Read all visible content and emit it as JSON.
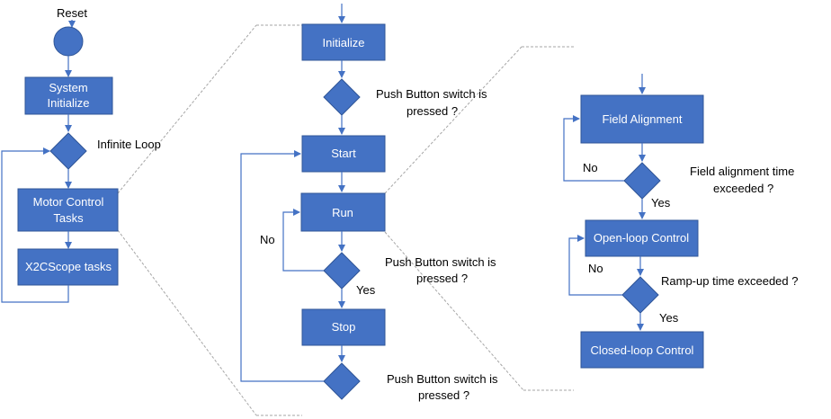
{
  "left": {
    "reset": "Reset",
    "system_initialize": [
      "System",
      "Initialize"
    ],
    "infinite_loop": "Infinite Loop",
    "motor_control_tasks": [
      "Motor Control",
      "Tasks"
    ],
    "x2cscope_tasks": "X2CScope tasks"
  },
  "middle": {
    "initialize": "Initialize",
    "push_button_1": [
      "Push Button switch is",
      "pressed ?"
    ],
    "start": "Start",
    "run": "Run",
    "no": "No",
    "push_button_2": [
      "Push Button switch is",
      "pressed ?"
    ],
    "yes": "Yes",
    "stop": "Stop",
    "push_button_3": [
      "Push Button switch is",
      "pressed ?"
    ]
  },
  "right": {
    "field_alignment": "Field Alignment",
    "no_1": "No",
    "field_alignment_q": [
      "Field alignment time",
      "exceeded ?"
    ],
    "yes_1": "Yes",
    "open_loop": "Open-loop Control",
    "no_2": "No",
    "ramp_up_q": "Ramp-up time exceeded ?",
    "yes_2": "Yes",
    "closed_loop": "Closed-loop Control"
  },
  "colors": {
    "shape_fill": "#4472c4",
    "shape_stroke": "#2f5597",
    "connector_dashed": "#a6a6a6"
  }
}
